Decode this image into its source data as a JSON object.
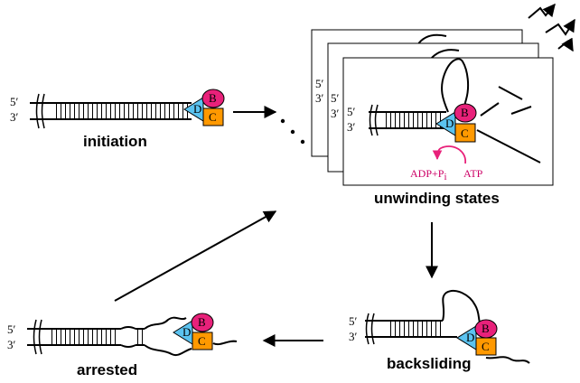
{
  "labels": {
    "initiation": "initiation",
    "unwinding_states": "unwinding states",
    "backsliding": "backsliding",
    "arrested": "arrested"
  },
  "strand_ends": {
    "five_prime": "5′",
    "three_prime": "3′"
  },
  "subunits": {
    "B": "B",
    "C": "C",
    "D": "D"
  },
  "nucleotides": {
    "adp": "ADP+P",
    "pi_subscript": "i",
    "atp": "ATP"
  },
  "colors": {
    "subunit_B": "#e8217a",
    "subunit_C": "#ff9900",
    "subunit_D": "#5bc3f0",
    "atp_arrow": "#e8217a"
  }
}
